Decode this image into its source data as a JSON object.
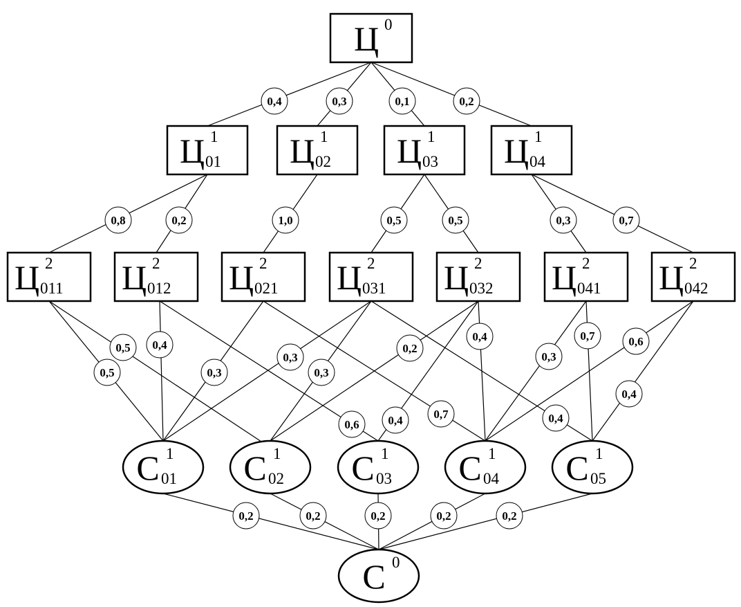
{
  "diagram": {
    "nodes": [
      {
        "id": "c0",
        "shape": "box",
        "letter": "Ц",
        "sup": "0",
        "sub": ""
      },
      {
        "id": "c01",
        "shape": "box",
        "letter": "Ц",
        "sup": "1",
        "sub": "01"
      },
      {
        "id": "c02",
        "shape": "box",
        "letter": "Ц",
        "sup": "1",
        "sub": "02"
      },
      {
        "id": "c03",
        "shape": "box",
        "letter": "Ц",
        "sup": "1",
        "sub": "03"
      },
      {
        "id": "c04",
        "shape": "box",
        "letter": "Ц",
        "sup": "1",
        "sub": "04"
      },
      {
        "id": "c011",
        "shape": "box",
        "letter": "Ц",
        "sup": "2",
        "sub": "011"
      },
      {
        "id": "c012",
        "shape": "box",
        "letter": "Ц",
        "sup": "2",
        "sub": "012"
      },
      {
        "id": "c021",
        "shape": "box",
        "letter": "Ц",
        "sup": "2",
        "sub": "021"
      },
      {
        "id": "c031",
        "shape": "box",
        "letter": "Ц",
        "sup": "2",
        "sub": "031"
      },
      {
        "id": "c032",
        "shape": "box",
        "letter": "Ц",
        "sup": "2",
        "sub": "032"
      },
      {
        "id": "c041",
        "shape": "box",
        "letter": "Ц",
        "sup": "2",
        "sub": "041"
      },
      {
        "id": "c042",
        "shape": "box",
        "letter": "Ц",
        "sup": "2",
        "sub": "042"
      },
      {
        "id": "s01",
        "shape": "ellipse",
        "letter": "С",
        "sup": "1",
        "sub": "01"
      },
      {
        "id": "s02",
        "shape": "ellipse",
        "letter": "С",
        "sup": "1",
        "sub": "02"
      },
      {
        "id": "s03",
        "shape": "ellipse",
        "letter": "С",
        "sup": "1",
        "sub": "03"
      },
      {
        "id": "s04",
        "shape": "ellipse",
        "letter": "С",
        "sup": "1",
        "sub": "04"
      },
      {
        "id": "s05",
        "shape": "ellipse",
        "letter": "С",
        "sup": "1",
        "sub": "05"
      },
      {
        "id": "s0",
        "shape": "ellipse",
        "letter": "С",
        "sup": "0",
        "sub": ""
      }
    ],
    "edges": [
      {
        "from": "c0",
        "to": "c01",
        "weight": "0,4"
      },
      {
        "from": "c0",
        "to": "c02",
        "weight": "0,3"
      },
      {
        "from": "c0",
        "to": "c03",
        "weight": "0,1"
      },
      {
        "from": "c0",
        "to": "c04",
        "weight": "0,2"
      },
      {
        "from": "c01",
        "to": "c011",
        "weight": "0,8"
      },
      {
        "from": "c01",
        "to": "c012",
        "weight": "0,2"
      },
      {
        "from": "c02",
        "to": "c021",
        "weight": "1,0"
      },
      {
        "from": "c03",
        "to": "c031",
        "weight": "0,5"
      },
      {
        "from": "c03",
        "to": "c032",
        "weight": "0,5"
      },
      {
        "from": "c04",
        "to": "c041",
        "weight": "0,3"
      },
      {
        "from": "c04",
        "to": "c042",
        "weight": "0,7"
      },
      {
        "from": "c011",
        "to": "s01",
        "weight": "0,5"
      },
      {
        "from": "c011",
        "to": "s02",
        "weight": "0,5"
      },
      {
        "from": "c012",
        "to": "s01",
        "weight": "0,4"
      },
      {
        "from": "c012",
        "to": "s03",
        "weight": "0,6"
      },
      {
        "from": "c021",
        "to": "s01",
        "weight": "0,3"
      },
      {
        "from": "c021",
        "to": "s04",
        "weight": "0,7"
      },
      {
        "from": "c031",
        "to": "s01",
        "weight": "0,3"
      },
      {
        "from": "c031",
        "to": "s02",
        "weight": "0,3"
      },
      {
        "from": "c031",
        "to": "s05",
        "weight": "0,4"
      },
      {
        "from": "c032",
        "to": "s02",
        "weight": "0,2"
      },
      {
        "from": "c032",
        "to": "s03",
        "weight": "0,4"
      },
      {
        "from": "c032",
        "to": "s04",
        "weight": "0,4"
      },
      {
        "from": "c041",
        "to": "s04",
        "weight": "0,3"
      },
      {
        "from": "c041",
        "to": "s05",
        "weight": "0,7"
      },
      {
        "from": "c042",
        "to": "s04",
        "weight": "0,6"
      },
      {
        "from": "c042",
        "to": "s05",
        "weight": "0,4"
      },
      {
        "from": "s01",
        "to": "s0",
        "weight": "0,2"
      },
      {
        "from": "s02",
        "to": "s0",
        "weight": "0,2"
      },
      {
        "from": "s03",
        "to": "s0",
        "weight": "0,2"
      },
      {
        "from": "s04",
        "to": "s0",
        "weight": "0,2"
      },
      {
        "from": "s05",
        "to": "s0",
        "weight": "0,2"
      }
    ]
  }
}
